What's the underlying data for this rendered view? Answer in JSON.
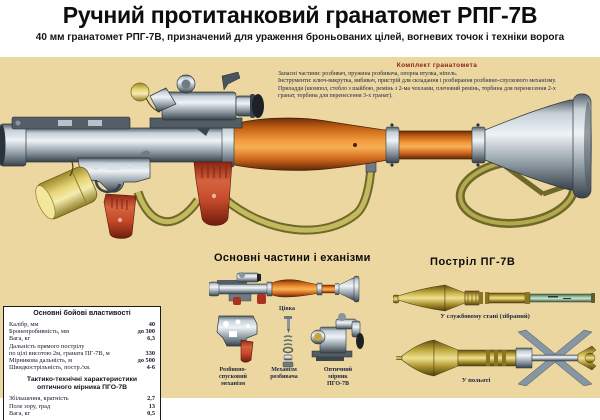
{
  "header": {
    "title": "Ручний протитанковий гранатомет РПГ-7В",
    "subtitle": "40 мм гранатомет РПГ-7В, призначений для ураження броньованих цілей, вогневих точок і техніки ворога"
  },
  "kit": {
    "heading": "Комплект гранатомета",
    "lines": [
      "Запасні частини: розбивач, пружина розбивача, опорна втулка, ніпель.",
      "Інструменти: ключ-викрутка, вибивач, пристрій для складання і розбирання розбивно-спускового механізму.",
      "Приладдя (шомпол, стебло з шайбою, ремінь з 2-ма чохлами, плечовий ремінь, торбина для перенесення 2-х",
      "гранат, торбина для перенесення 3-х гранат)."
    ]
  },
  "specs": {
    "title": "Основні бойові властивості",
    "rows": [
      {
        "label": "Калібр, мм",
        "value": "40"
      },
      {
        "label": "Бронепробивність, мм",
        "value": "до 300"
      },
      {
        "label": "Вага, кг",
        "value": "6,3"
      },
      {
        "label": "Дальність прямого пострілу",
        "value": ""
      },
      {
        "label": "по цілі висотою 2м, граната ПГ-7В, м",
        "value": "330"
      },
      {
        "label": "Мірникова дальність, м",
        "value": "до 500"
      },
      {
        "label": "Швидкострільність, постр./хв.",
        "value": "4-6"
      }
    ],
    "subtitle_line1": "Тактико-технічні характеристики",
    "subtitle_line2": "оптичного мірника ПГО-7В",
    "rows2": [
      {
        "label": "Збільшення, кратність",
        "value": "2,7"
      },
      {
        "label": "Поле зору, град",
        "value": "13"
      },
      {
        "label": "Вага, кг",
        "value": "0,5"
      }
    ]
  },
  "parts_section": {
    "heading": "Основні частини і еханізми",
    "tsivka_label": "Цівка",
    "trigger_label": [
      "Розбивно-",
      "спусковий",
      "механізм"
    ],
    "striker_label": [
      "Механізм",
      "розбивача"
    ],
    "sight_label": [
      "Оптичний",
      "мірник",
      "ПГО-7В"
    ]
  },
  "shot_section": {
    "heading": "Постріл ПГ-7В",
    "caption_assembled": "У службовому стані (зібраний)",
    "caption_flight": "У польоті"
  },
  "colors": {
    "background_beige": "#ecd7a0",
    "wood_orange": "#d2691e",
    "metal_grey": "#9aa4ac",
    "grip_red": "#b93a22",
    "sling_olive": "#b3a94e",
    "round_gold": "#c7b04a",
    "kit_heading_red": "#8a1e14",
    "small_text_navy": "#1c2440"
  }
}
